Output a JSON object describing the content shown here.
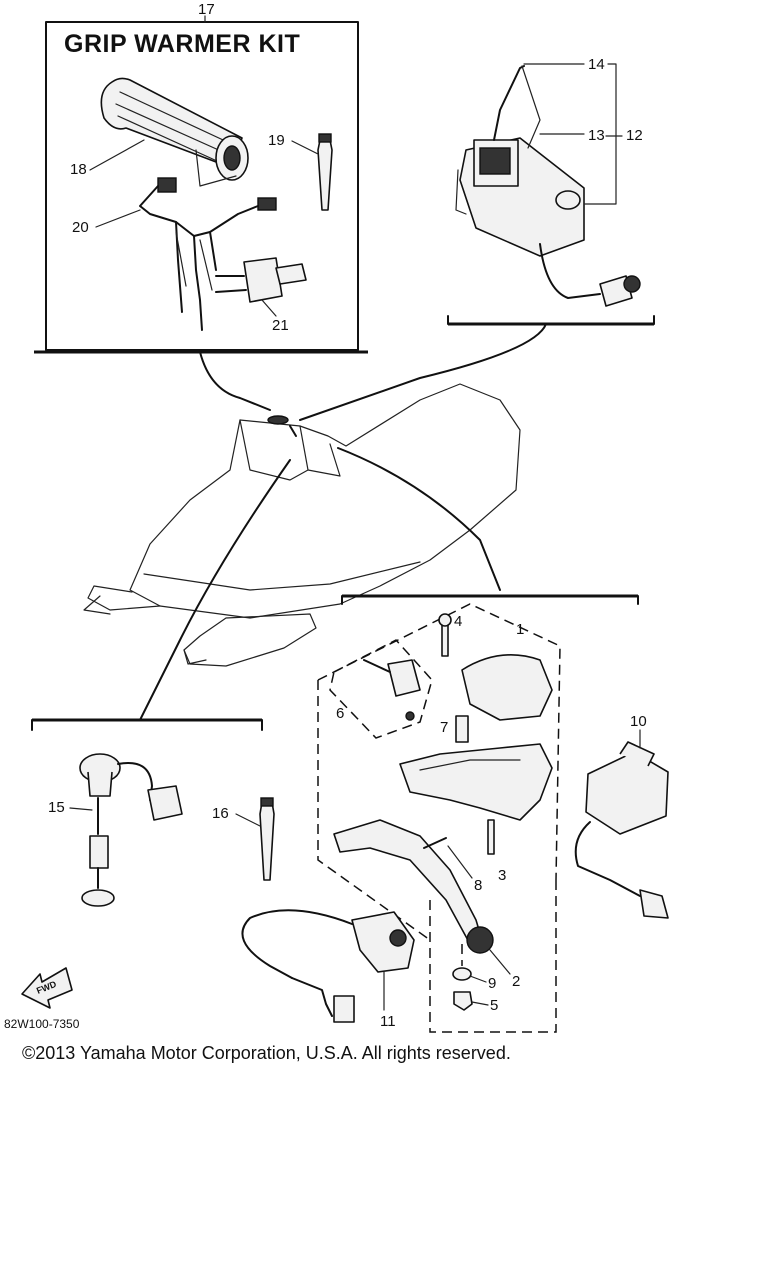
{
  "diagram": {
    "kit_title": "GRIP WARMER KIT",
    "drawing_code": "82W100-7350",
    "copyright": "©2013 Yamaha Motor Corporation, U.S.A. All rights reserved.",
    "fwd_label": "FWD",
    "callouts": {
      "c1": "1",
      "c2": "2",
      "c3": "3",
      "c4": "4",
      "c5": "5",
      "c6": "6",
      "c7": "7",
      "c8": "8",
      "c9": "9",
      "c10": "10",
      "c11": "11",
      "c12": "12",
      "c13": "13",
      "c14": "14",
      "c15": "15",
      "c16": "16",
      "c17": "17",
      "c18": "18",
      "c19": "19",
      "c20": "20",
      "c21": "21"
    }
  }
}
